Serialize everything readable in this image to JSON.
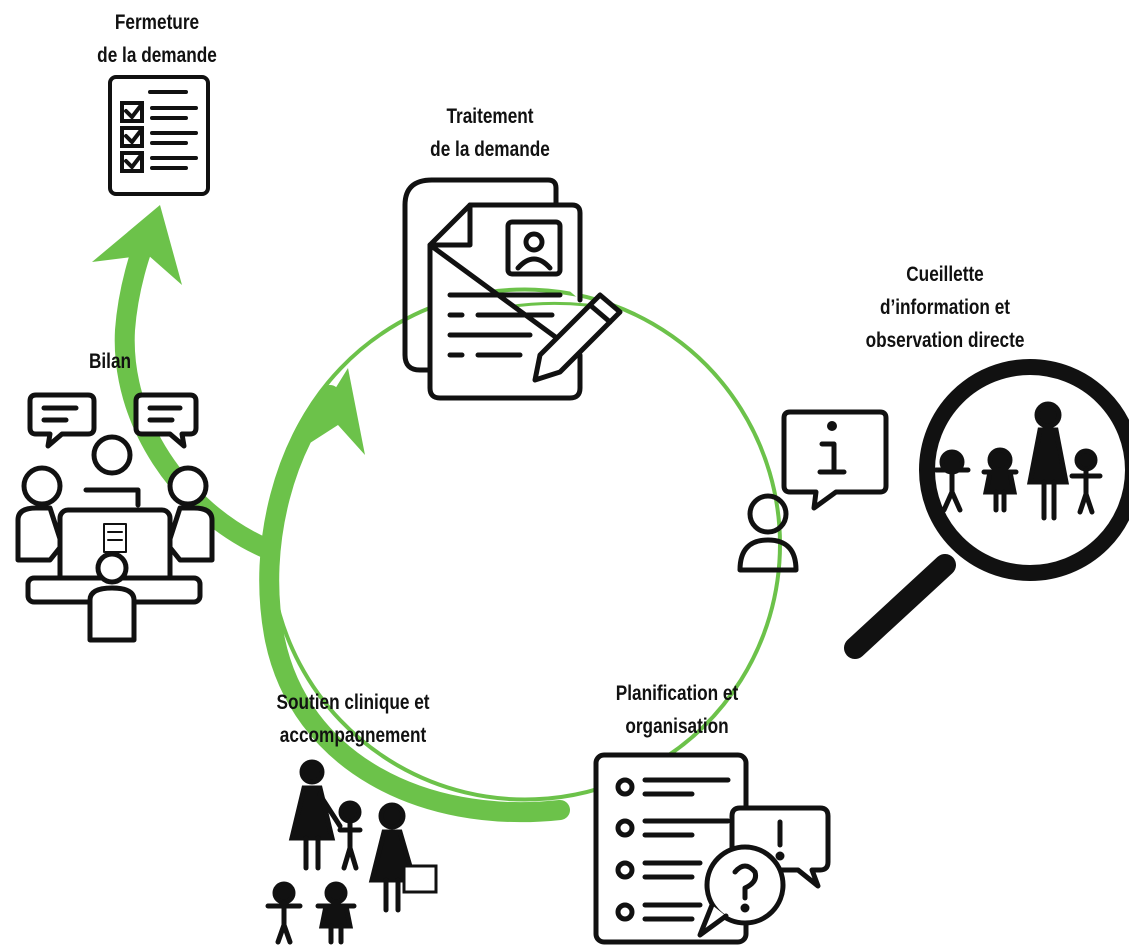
{
  "diagram": {
    "title": "",
    "accent_color": "#6cc24a",
    "arrow_color": "#6cc24a",
    "icon_color": "#111111",
    "steps": [
      {
        "id": "fermeture",
        "lines": [
          "Fermeture",
          "de la demande"
        ],
        "icon": "checklist-icon"
      },
      {
        "id": "traitement",
        "lines": [
          "Traitement",
          "de la demande"
        ],
        "icon": "document-edit-icon"
      },
      {
        "id": "cueillette",
        "lines": [
          "Cueillette",
          "d’information et",
          "observation directe"
        ],
        "icon": "magnifier-family-icon"
      },
      {
        "id": "planification",
        "lines": [
          "Planification et",
          "organisation"
        ],
        "icon": "plan-list-icon"
      },
      {
        "id": "soutien",
        "lines": [
          "Soutien clinique et",
          "accompagnement"
        ],
        "icon": "family-support-icon"
      },
      {
        "id": "bilan",
        "lines": [
          "Bilan"
        ],
        "icon": "meeting-icon"
      }
    ]
  }
}
